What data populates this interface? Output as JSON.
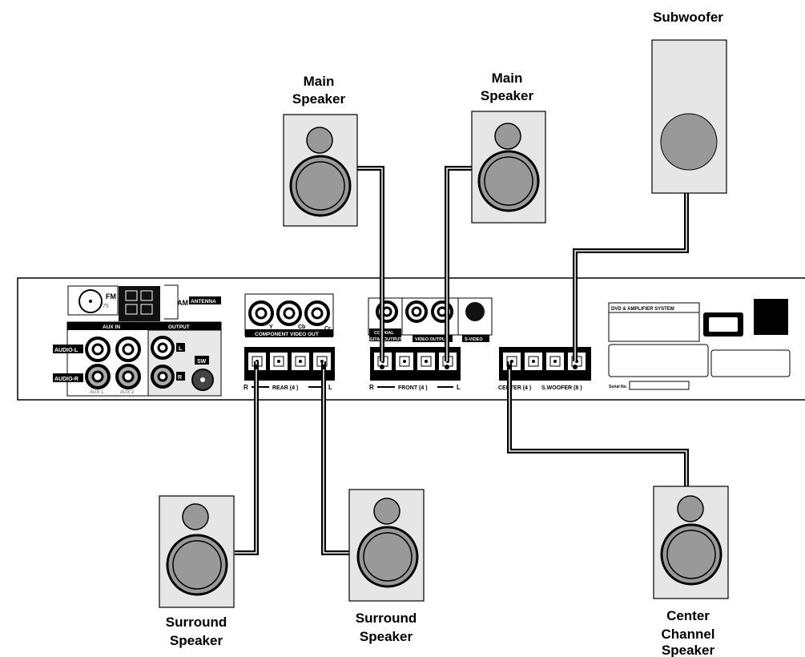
{
  "speakers": {
    "main_left": {
      "line1": "Main",
      "line2": "Speaker"
    },
    "main_right": {
      "line1": "Main",
      "line2": "Speaker"
    },
    "subwoofer": {
      "line1": "Subwoofer"
    },
    "surround_left": {
      "line1": "Surround",
      "line2": "Speaker"
    },
    "surround_right": {
      "line1": "Surround",
      "line2": "Speaker"
    },
    "center": {
      "line1": "Center",
      "line2": "Channel",
      "line3": "Speaker"
    }
  },
  "panel": {
    "fm": "FM",
    "fm_ohm": "75",
    "am": "AM",
    "antenna": "ANTENNA",
    "aux_in": "AUX IN",
    "output": "OUTPUT",
    "audio_l": "AUDIO-L",
    "audio_r": "AUDIO-R",
    "aux1": "AUX 1",
    "aux2": "AUX 2",
    "out_l": "L",
    "out_r": "R",
    "sw": "SW",
    "component_video_out": "COMPONENT VIDEO OUT",
    "comp_y": "Y",
    "comp_cb": "Cb",
    "comp_cr": "Cr",
    "coaxial": "COAXIAL",
    "digital_output": "DIGITAL OUTPUT",
    "video_output": "VIDEO OUTPUT",
    "s_video": "S-VIDEO",
    "rear_r": "R",
    "rear_label": "REAR (4 )",
    "rear_l": "L",
    "front_r": "R",
    "front_label": "FRONT (4 )",
    "front_l": "L",
    "center_label": "CENTER (4 )",
    "swoofer_label": "S.WOOFER (8 )",
    "system_label": "DVD & AMPLIFIER SYSTEM",
    "serial": "Serial No."
  }
}
